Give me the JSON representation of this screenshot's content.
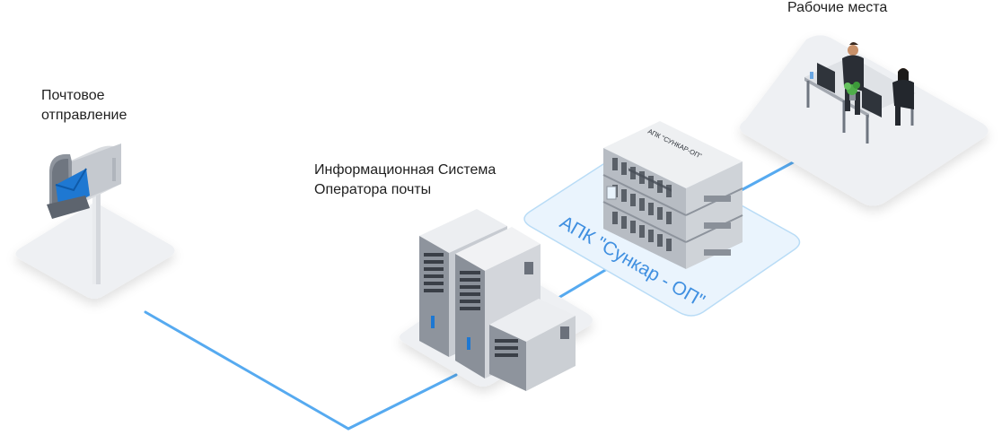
{
  "labels": {
    "mail_line1": "Почтовое",
    "mail_line2": "отправление",
    "ops_line1": "Информационная Система",
    "ops_line2": "Оператора почты",
    "workplaces": "Рабочие места",
    "apk_platform": "АПК \"Сункар - ОП\"",
    "apk_rack": "АПК \"СУНКАР-ОП\""
  },
  "colors": {
    "connector": "#56aaf0",
    "platform": "#eef0f3",
    "apk_platform_fill": "#eaf4fd",
    "apk_platform_stroke": "#b9dcf6",
    "apk_text": "#3f8fe0",
    "server_light": "#e6e8ec",
    "server_mid": "#b9bec6",
    "server_dark": "#7b818c",
    "envelope": "#1e78d2"
  },
  "icons": [
    "mailbox-icon",
    "envelope-icon",
    "server-tower-icon",
    "rack-server-icon",
    "workstation-icon",
    "person-icon",
    "monitor-icon",
    "plant-icon"
  ]
}
